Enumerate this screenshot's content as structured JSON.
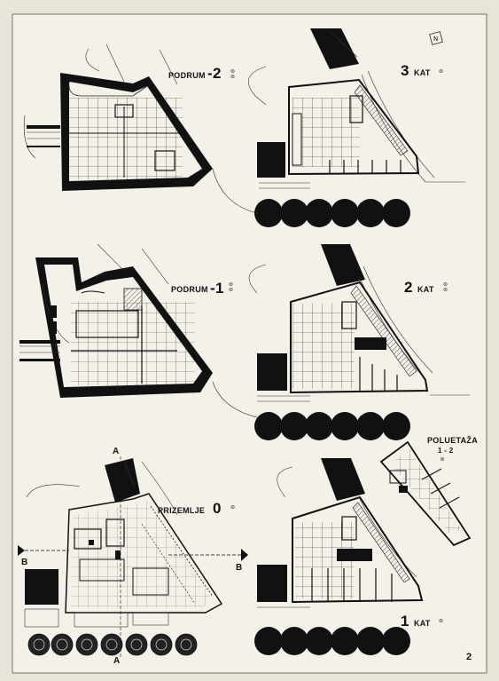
{
  "sheet": {
    "page_number": "2"
  },
  "plans": {
    "podrum2": {
      "title": "PODRUM",
      "level": "-2"
    },
    "kat3": {
      "level": "3",
      "title": "KAT"
    },
    "podrum1": {
      "title": "PODRUM",
      "level": "-1"
    },
    "kat2": {
      "level": "2",
      "title": "KAT"
    },
    "prizemlje": {
      "title": "PRIZEMLJE",
      "level": "0"
    },
    "poluetaza": {
      "title": "POLUETAŽA",
      "level": "1 - 2"
    },
    "kat1": {
      "level": "1",
      "title": "KAT"
    }
  },
  "section_marks": {
    "a": "A",
    "b": "B"
  }
}
